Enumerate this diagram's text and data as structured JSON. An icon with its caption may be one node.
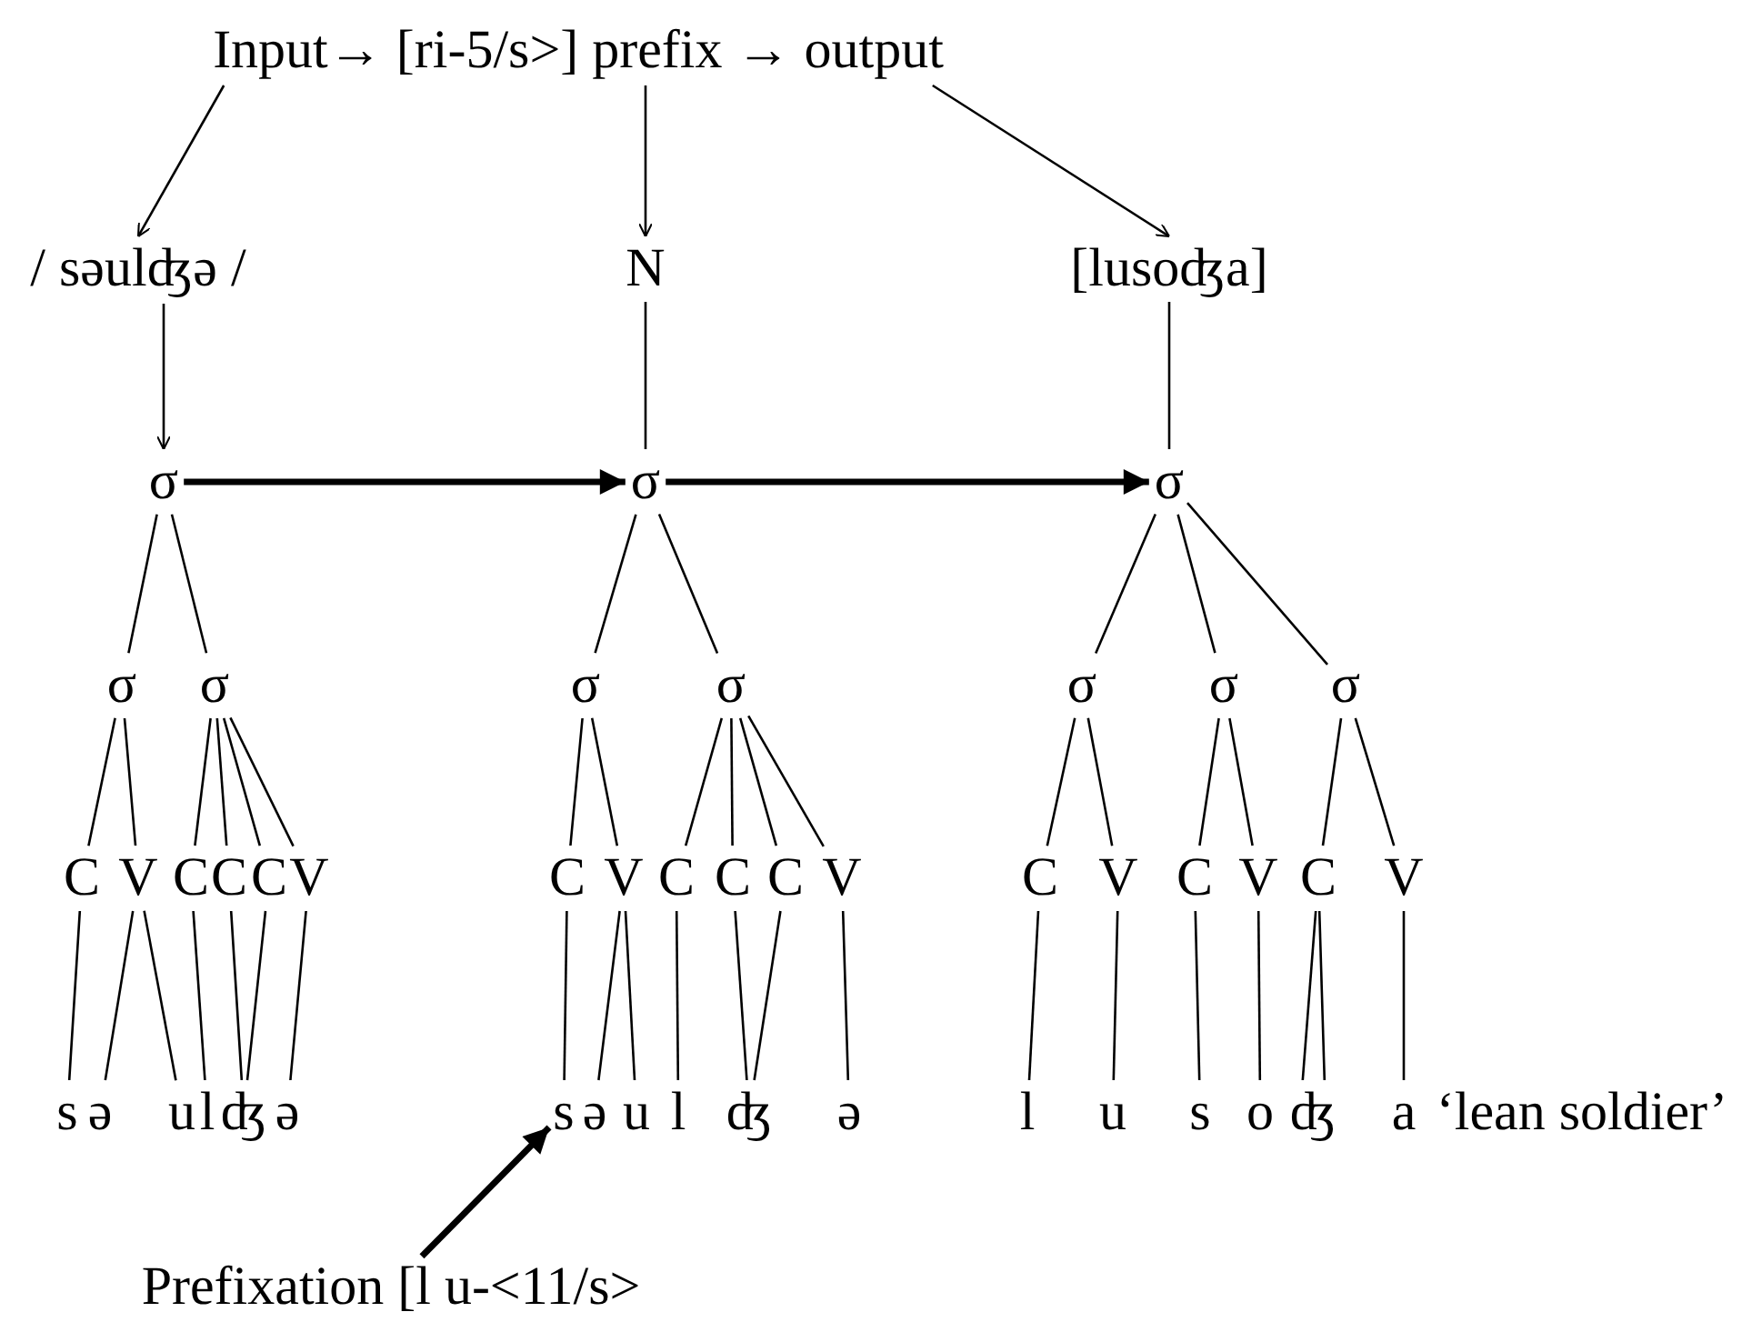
{
  "diagram": {
    "nodes": [
      {
        "text": [
          "Input→ [ri-5/s>] prefix → output"
        ]
      },
      {
        "text": [
          "/ səulʤə /"
        ]
      },
      {
        "text": [
          "N"
        ]
      },
      {
        "text": [
          "[lusoʤa]"
        ]
      },
      {
        "text": [
          "σ"
        ]
      },
      {
        "text": [
          "σ"
        ]
      },
      {
        "text": [
          "σ"
        ]
      },
      {
        "text": [
          "C"
        ]
      },
      {
        "text": [
          "V"
        ]
      },
      {
        "text": [
          "C"
        ]
      },
      {
        "text": [
          "C"
        ]
      },
      {
        "text": [
          "C"
        ]
      },
      {
        "text": [
          "V"
        ]
      },
      {
        "text": [
          "s"
        ]
      },
      {
        "text": [
          "ə"
        ]
      },
      {
        "text": [
          "u"
        ]
      },
      {
        "text": [
          "l"
        ]
      },
      {
        "text": [
          "ʤ"
        ]
      },
      {
        "text": [
          "ə"
        ]
      },
      {
        "text": [
          "σ"
        ]
      },
      {
        "text": [
          "σ"
        ]
      },
      {
        "text": [
          "σ"
        ]
      },
      {
        "text": [
          "C"
        ]
      },
      {
        "text": [
          "V"
        ]
      },
      {
        "text": [
          "C"
        ]
      },
      {
        "text": [
          "C"
        ]
      },
      {
        "text": [
          "C"
        ]
      },
      {
        "text": [
          "V"
        ]
      },
      {
        "text": [
          "s"
        ]
      },
      {
        "text": [
          "ə"
        ]
      },
      {
        "text": [
          "u"
        ]
      },
      {
        "text": [
          "l"
        ]
      },
      {
        "text": [
          "ʤ"
        ]
      },
      {
        "text": [
          "ə"
        ]
      },
      {
        "text": [
          "σ"
        ]
      },
      {
        "text": [
          "σ"
        ]
      },
      {
        "text": [
          "σ"
        ]
      },
      {
        "text": [
          "σ"
        ]
      },
      {
        "text": [
          "C"
        ]
      },
      {
        "text": [
          "V"
        ]
      },
      {
        "text": [
          "C"
        ]
      },
      {
        "text": [
          "V"
        ]
      },
      {
        "text": [
          "C"
        ]
      },
      {
        "text": [
          "V"
        ]
      },
      {
        "text": [
          "l"
        ]
      },
      {
        "text": [
          "u"
        ]
      },
      {
        "text": [
          "s"
        ]
      },
      {
        "text": [
          "o"
        ]
      },
      {
        "text": [
          "ʤ"
        ]
      },
      {
        "text": [
          "a"
        ]
      },
      {
        "text": [
          "Prefixation [l u-<11/s>"
        ]
      }
    ],
    "edges": [
      {
        "from": 0,
        "to": 1,
        "arrow": "to"
      },
      {
        "from": 0,
        "to": 2,
        "arrow": "to"
      },
      {
        "from": 0,
        "to": 3,
        "arrow": "to"
      },
      {
        "from": 1,
        "to": 4,
        "arrow": "to"
      },
      {
        "from": 2,
        "to": 19,
        "arrow": "none"
      },
      {
        "from": 3,
        "to": 34,
        "arrow": "none"
      },
      {
        "from": 4,
        "to": 19,
        "arrow": "to",
        "style": "thick"
      },
      {
        "from": 19,
        "to": 34,
        "arrow": "to",
        "style": "thick"
      },
      {
        "from": 4,
        "to": 5,
        "arrow": "none"
      },
      {
        "from": 4,
        "to": 6,
        "arrow": "none"
      },
      {
        "from": 5,
        "to": 7,
        "arrow": "none"
      },
      {
        "from": 5,
        "to": 8,
        "arrow": "none"
      },
      {
        "from": 6,
        "to": 9,
        "arrow": "none"
      },
      {
        "from": 6,
        "to": 10,
        "arrow": "none"
      },
      {
        "from": 6,
        "to": 11,
        "arrow": "none"
      },
      {
        "from": 6,
        "to": 12,
        "arrow": "none"
      },
      {
        "from": 7,
        "to": 13,
        "arrow": "none"
      },
      {
        "from": 8,
        "to": 14,
        "arrow": "none"
      },
      {
        "from": 8,
        "to": 15,
        "arrow": "none"
      },
      {
        "from": 9,
        "to": 16,
        "arrow": "none"
      },
      {
        "from": 10,
        "to": 17,
        "arrow": "none"
      },
      {
        "from": 11,
        "to": 17,
        "arrow": "none"
      },
      {
        "from": 12,
        "to": 18,
        "arrow": "none"
      },
      {
        "from": 19,
        "to": 20,
        "arrow": "none"
      },
      {
        "from": 19,
        "to": 21,
        "arrow": "none"
      },
      {
        "from": 20,
        "to": 22,
        "arrow": "none"
      },
      {
        "from": 20,
        "to": 23,
        "arrow": "none"
      },
      {
        "from": 21,
        "to": 24,
        "arrow": "none"
      },
      {
        "from": 21,
        "to": 25,
        "arrow": "none"
      },
      {
        "from": 21,
        "to": 26,
        "arrow": "none"
      },
      {
        "from": 21,
        "to": 27,
        "arrow": "none"
      },
      {
        "from": 22,
        "to": 28,
        "arrow": "none"
      },
      {
        "from": 23,
        "to": 29,
        "arrow": "none"
      },
      {
        "from": 23,
        "to": 30,
        "arrow": "none"
      },
      {
        "from": 24,
        "to": 31,
        "arrow": "none"
      },
      {
        "from": 25,
        "to": 32,
        "arrow": "none"
      },
      {
        "from": 26,
        "to": 32,
        "arrow": "none"
      },
      {
        "from": 27,
        "to": 33,
        "arrow": "none"
      },
      {
        "from": 34,
        "to": 35,
        "arrow": "none"
      },
      {
        "from": 34,
        "to": 36,
        "arrow": "none"
      },
      {
        "from": 34,
        "to": 37,
        "arrow": "none"
      },
      {
        "from": 35,
        "to": 38,
        "arrow": "none"
      },
      {
        "from": 35,
        "to": 39,
        "arrow": "none"
      },
      {
        "from": 36,
        "to": 40,
        "arrow": "none"
      },
      {
        "from": 36,
        "to": 41,
        "arrow": "none"
      },
      {
        "from": 37,
        "to": 42,
        "arrow": "none"
      },
      {
        "from": 37,
        "to": 43,
        "arrow": "none"
      },
      {
        "from": 38,
        "to": 44,
        "arrow": "none"
      },
      {
        "from": 39,
        "to": 45,
        "arrow": "none"
      },
      {
        "from": 40,
        "to": 46,
        "arrow": "none"
      },
      {
        "from": 41,
        "to": 47,
        "arrow": "none"
      },
      {
        "from": 42,
        "to": 48,
        "arrow": "none"
      },
      {
        "from": 42,
        "to": 48,
        "arrow": "none"
      },
      {
        "from": 43,
        "to": 49,
        "arrow": "none"
      },
      {
        "from": 50,
        "to": 28,
        "arrow": "to",
        "style": "thick"
      }
    ],
    "labels": [
      "‘lean soldier’"
    ]
  }
}
